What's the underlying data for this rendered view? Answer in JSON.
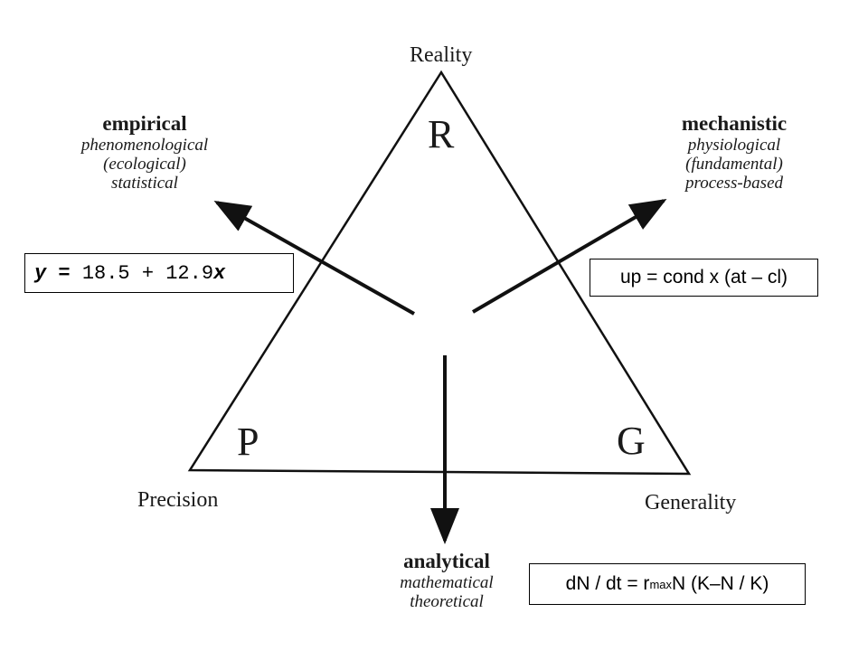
{
  "vertices": {
    "reality": {
      "name": "Reality",
      "letter": "R"
    },
    "precision": {
      "name": "Precision",
      "letter": "P"
    },
    "generality": {
      "name": "Generality",
      "letter": "G"
    }
  },
  "categories": {
    "empirical": {
      "title": "empirical",
      "lines": [
        "phenomenological",
        "(ecological)",
        "statistical"
      ]
    },
    "mechanistic": {
      "title": "mechanistic",
      "lines": [
        "physiological",
        "(fundamental)",
        "process-based"
      ]
    },
    "analytical": {
      "title": "analytical",
      "lines": [
        "mathematical",
        "theoretical"
      ]
    }
  },
  "equations": {
    "empirical": {
      "y": "y",
      "eq": " = ",
      "body": "18.5 + 12.9",
      "x": "x"
    },
    "mechanistic": {
      "text": "up = cond x (at – cl)"
    },
    "analytical": {
      "prefix": "dN / dt = r",
      "sub": "max",
      "suffix": "N (K–N / K)"
    }
  }
}
